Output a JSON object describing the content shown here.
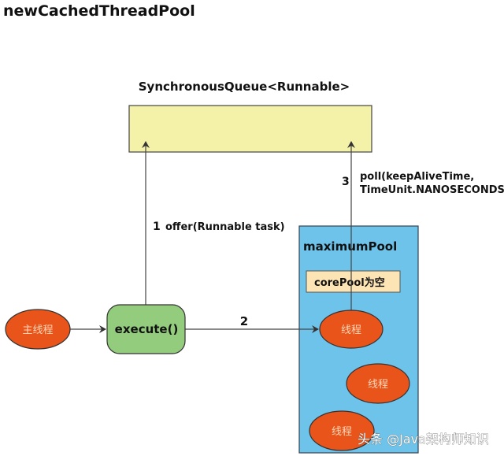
{
  "title": "newCachedThreadPool",
  "queue": {
    "label": "SynchronousQueue<Runnable>",
    "color": "#f4f2a8"
  },
  "main_thread": {
    "label": "主线程",
    "color": "#e8541a"
  },
  "execute": {
    "label": "execute()",
    "color": "#93cc7c"
  },
  "maximum_pool": {
    "label": "maximumPool",
    "color": "#6ec3ea",
    "core_pool": {
      "label": "corePool为空",
      "color": "#fde4b4"
    },
    "threads": [
      {
        "label": "线程"
      },
      {
        "label": "线程"
      },
      {
        "label": "线程"
      }
    ]
  },
  "steps": [
    {
      "number": "1",
      "text": "offer(Runnable task)"
    },
    {
      "number": "2",
      "text": ""
    },
    {
      "number": "3",
      "text_line1": "poll(keepAliveTime,",
      "text_line2": "TimeUnit.NANOSECONDS)"
    }
  ],
  "watermark": "头条 @Java架构师知识",
  "colors": {
    "thread": "#e8541a",
    "stroke": "#333333",
    "arrow": "#444444"
  }
}
